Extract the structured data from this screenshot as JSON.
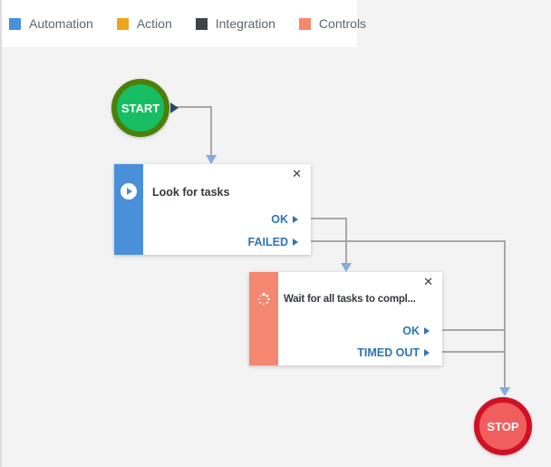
{
  "legend": {
    "items": [
      {
        "label": "Automation",
        "color": "#4a90d9"
      },
      {
        "label": "Action",
        "color": "#f0a41e"
      },
      {
        "label": "Integration",
        "color": "#3f4348"
      },
      {
        "label": "Controls",
        "color": "#f4876f"
      }
    ]
  },
  "flow": {
    "start": {
      "label": "START",
      "fill": "#17bd63",
      "border_color": "#4c7f06"
    },
    "stop": {
      "label": "STOP",
      "fill": "#f15e5e",
      "border_color": "#d01125"
    },
    "nodes": [
      {
        "title": "Look for tasks",
        "category": "Automation",
        "sidebar_color": "#4a90d9",
        "icon": "play-circle-icon",
        "close_glyph": "✕",
        "outputs": [
          {
            "label": "OK"
          },
          {
            "label": "FAILED"
          }
        ]
      },
      {
        "title": "Wait for all tasks to compl...",
        "category": "Controls",
        "sidebar_color": "#f4876f",
        "icon": "spinner-icon",
        "close_glyph": "✕",
        "outputs": [
          {
            "label": "OK"
          },
          {
            "label": "TIMED OUT"
          }
        ]
      }
    ],
    "connector_color": "#a8a8a8",
    "entry_arrow_color": "#84abe2",
    "output_label_color": "#2e75b5"
  }
}
